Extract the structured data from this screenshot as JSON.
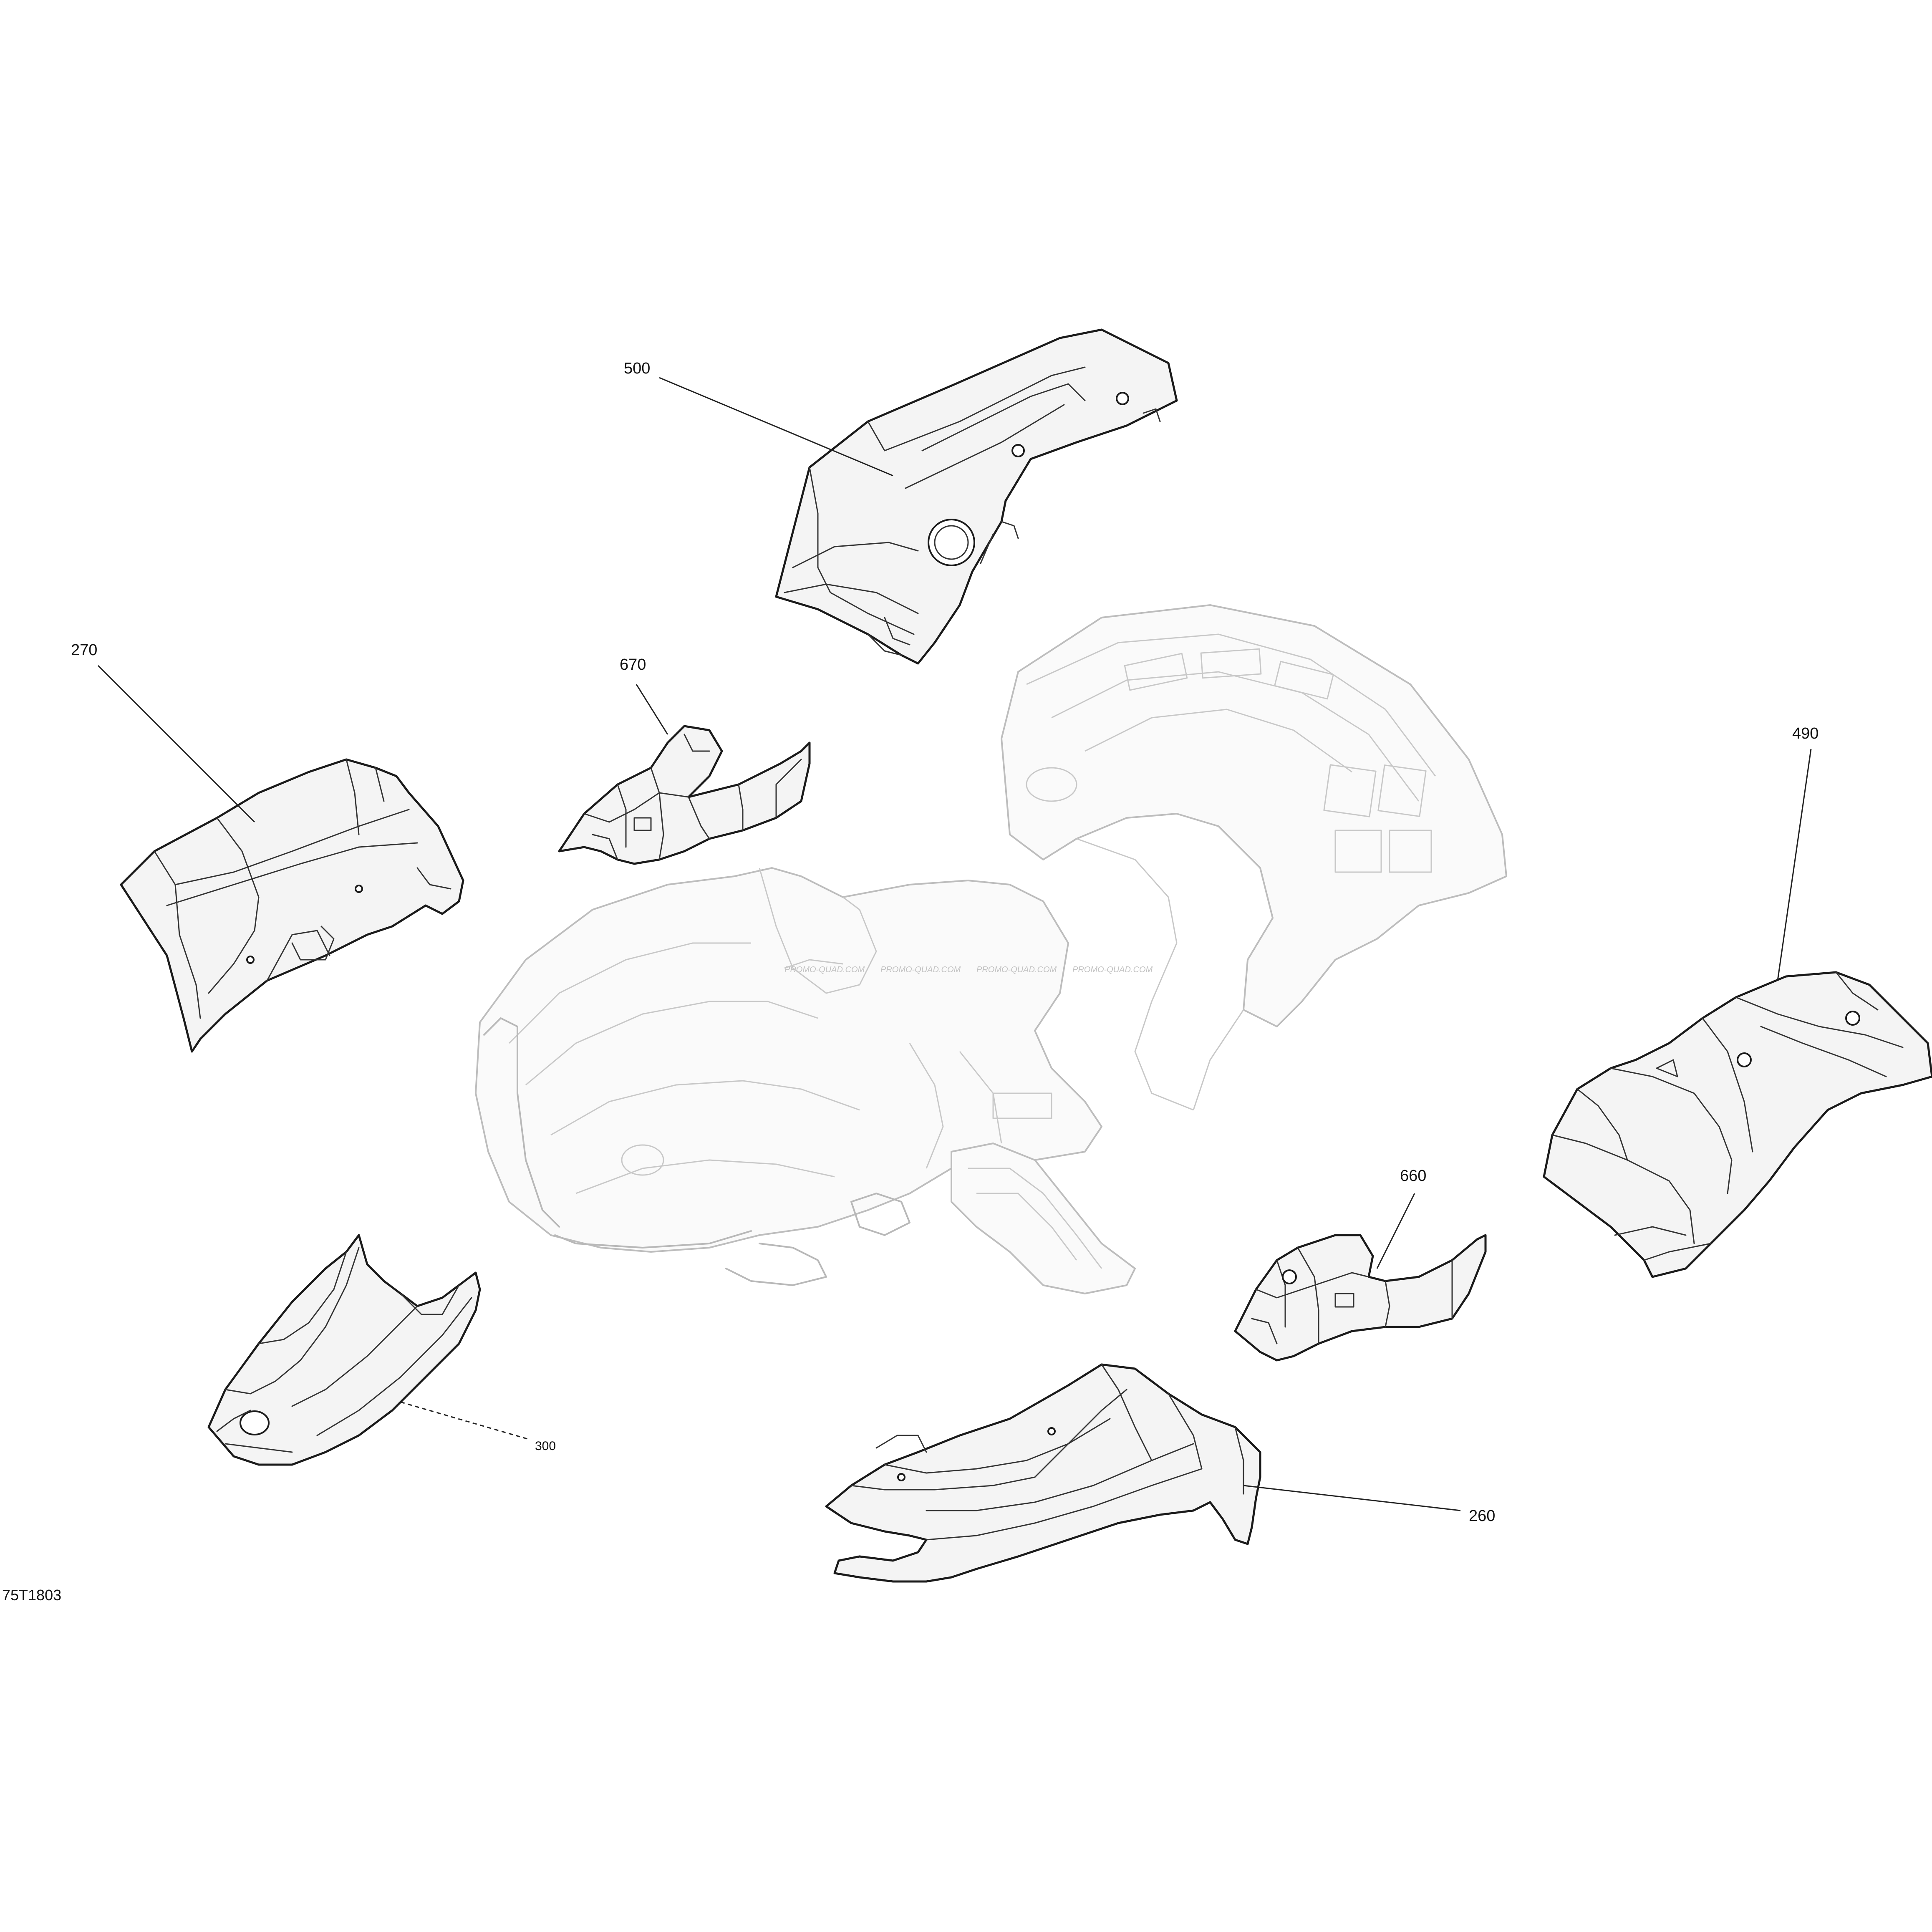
{
  "diagram": {
    "callouts": {
      "p500": "500",
      "p270": "270",
      "p670": "670",
      "p490": "490",
      "p660": "660",
      "p300": "300",
      "p260": "260"
    },
    "reference_code": "75T1803",
    "watermark": "PROMO-QUAD.COM",
    "colors": {
      "part_stroke": "#1a1a1a",
      "frame_stroke": "#b8b8b8",
      "background": "#ffffff"
    }
  }
}
